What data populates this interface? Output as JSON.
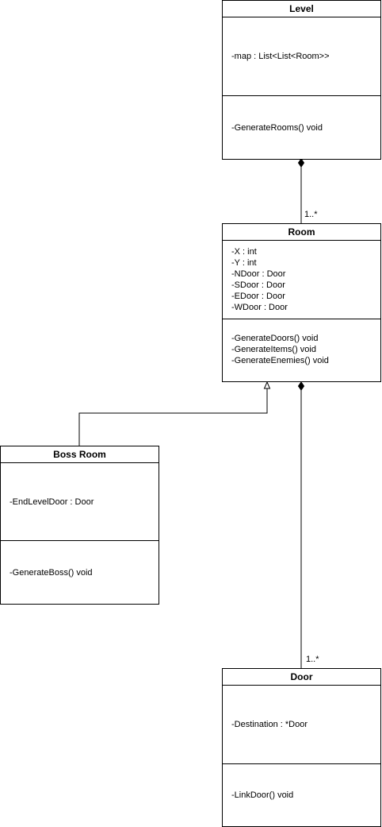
{
  "classes": {
    "level": {
      "name": "Level",
      "attributes": [
        "-map : List<List<Room>>"
      ],
      "methods": [
        "-GenerateRooms() void"
      ]
    },
    "room": {
      "name": "Room",
      "attributes": [
        "-X : int",
        "-Y : int",
        "-NDoor : Door",
        "-SDoor : Door",
        "-EDoor : Door",
        "-WDoor : Door"
      ],
      "methods": [
        "-GenerateDoors() void",
        "-GenerateItems() void",
        "-GenerateEnemies() void"
      ]
    },
    "boss_room": {
      "name": "Boss Room",
      "attributes": [
        "-EndLevelDoor : Door"
      ],
      "methods": [
        "-GenerateBoss() void"
      ]
    },
    "door": {
      "name": "Door",
      "attributes": [
        "-Destination : *Door"
      ],
      "methods": [
        "-LinkDoor() void"
      ]
    }
  },
  "relationships": {
    "level_room": {
      "type": "composition",
      "multiplicity": "1..*"
    },
    "room_door": {
      "type": "composition",
      "multiplicity": "1..*"
    },
    "bossroom_room": {
      "type": "inheritance"
    }
  },
  "colors": {
    "stroke": "#000000",
    "background": "#ffffff"
  }
}
